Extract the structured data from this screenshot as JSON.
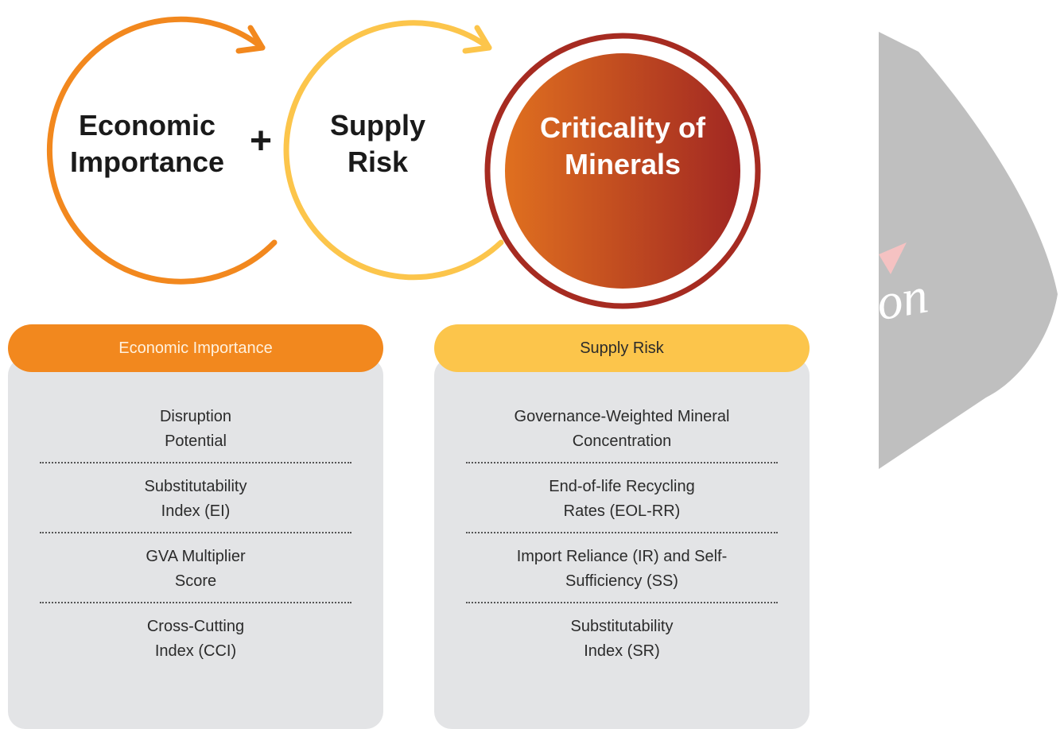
{
  "circles": {
    "economic_importance": {
      "line1": "Economic",
      "line2": "Importance"
    },
    "plus_sign": "+",
    "supply_risk": {
      "line1": "Supply",
      "line2": "Risk"
    },
    "criticality": {
      "line1": "Criticality of",
      "line2": "Minerals"
    }
  },
  "colors": {
    "orange": "#f2881e",
    "yellow": "#fcc54b",
    "dark_red": "#a62b21",
    "card_bg": "#e3e4e6"
  },
  "panels": {
    "economic_importance": {
      "header": "Economic Importance",
      "items": [
        {
          "line1": "Disruption",
          "line2": "Potential"
        },
        {
          "line1": "Substitutability",
          "line2": "Index (EI)"
        },
        {
          "line1": "GVA Multiplier",
          "line2": "Score"
        },
        {
          "line1": "Cross-Cutting",
          "line2": "Index (CCI)"
        }
      ]
    },
    "supply_risk": {
      "header": "Supply Risk",
      "items": [
        {
          "line1": "Governance-Weighted Mineral",
          "line2": "Concentration"
        },
        {
          "line1": "End-of-life Recycling",
          "line2": "Rates (EOL-RR)"
        },
        {
          "line1": "Import Reliance (IR) and Self-",
          "line2": "Sufficiency (SS)"
        },
        {
          "line1": "Substitutability",
          "line2": "Index (SR)"
        }
      ]
    }
  },
  "watermark": {
    "text": "ion"
  }
}
